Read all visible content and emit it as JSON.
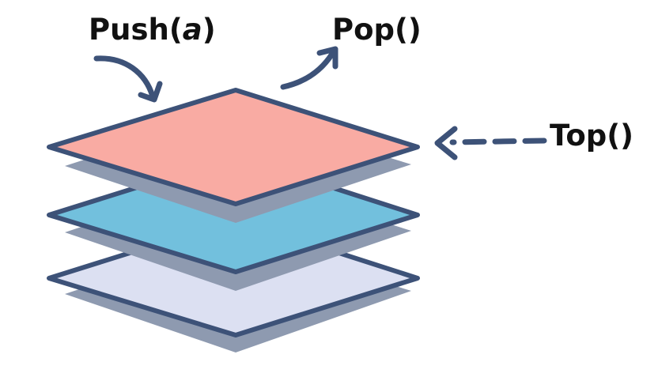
{
  "labels": {
    "push": "Push(",
    "push_arg": "a",
    "push_close": ")",
    "pop": "Pop()",
    "top": "Top()"
  },
  "colors": {
    "outline": "#3d5278",
    "shadow": "#8e9ab0",
    "layer_top": "#f9aba3",
    "layer_middle": "#72c0dd",
    "layer_bottom": "#dce0f2",
    "text": "#111111"
  }
}
